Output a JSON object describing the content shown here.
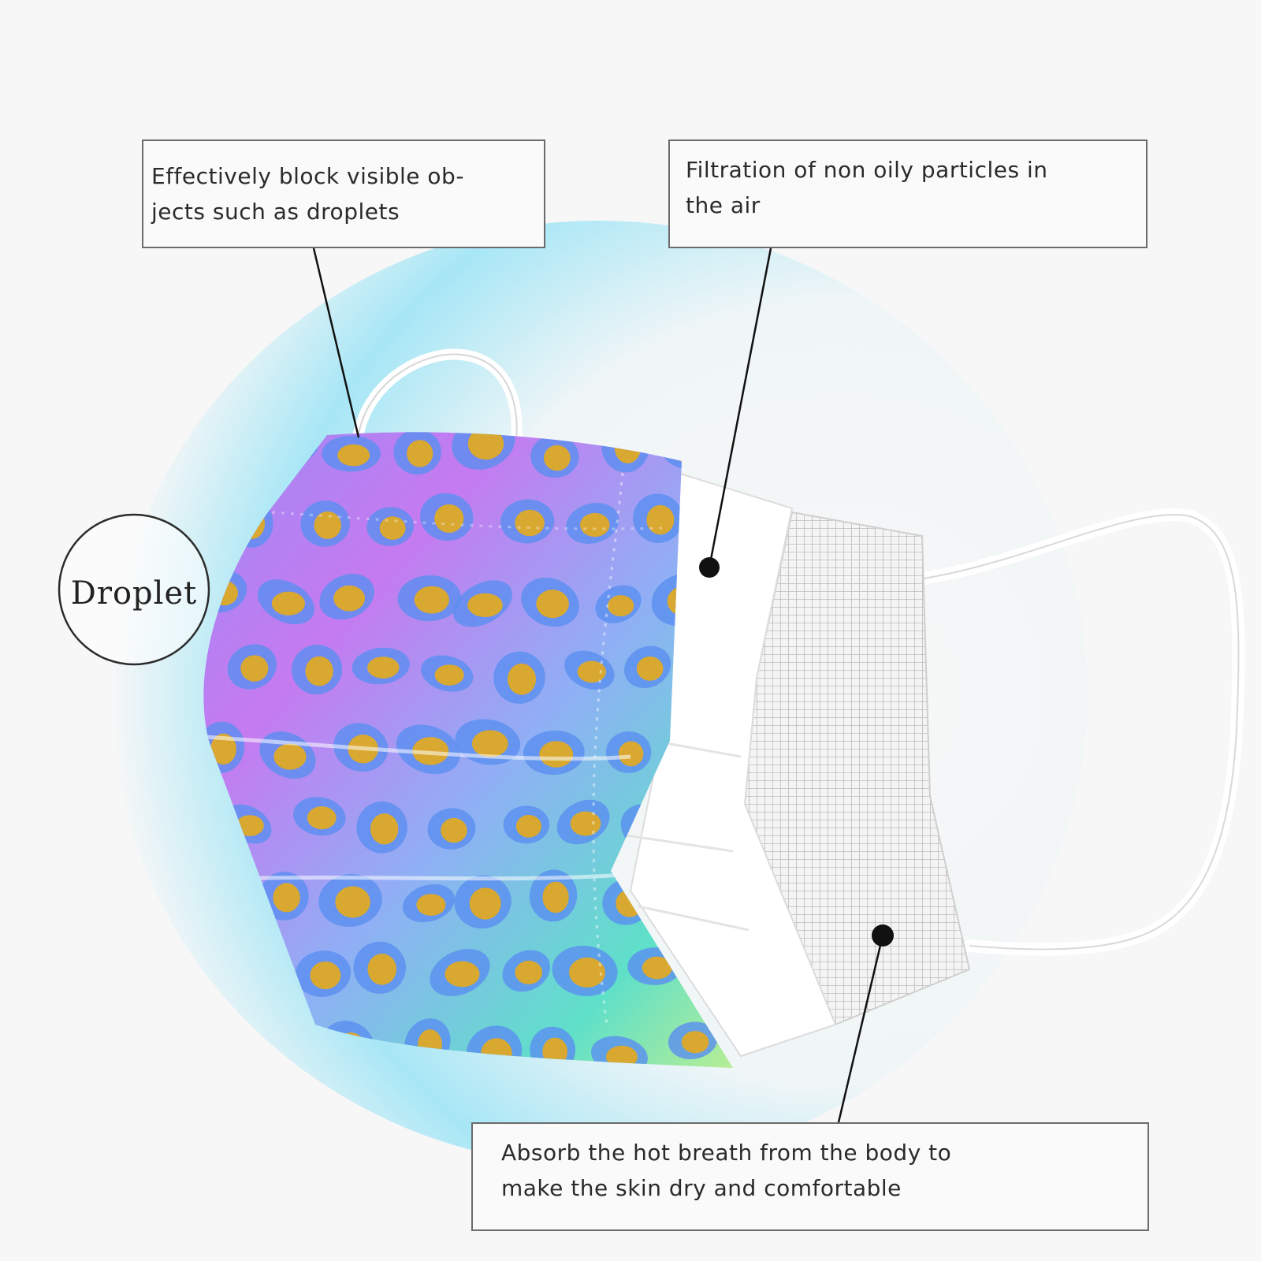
{
  "colors": {
    "background": "#f7f7f7",
    "callout_border": "#6b6b6b",
    "leader_line": "#111111",
    "shield_glow": "#66d9f5",
    "print_purple": "#b07af5",
    "print_teal": "#5fe0c9",
    "spot_gold": "#d9a830",
    "spot_blue": "#5a8ff0",
    "inner_layer": "#ffffff",
    "mesh_layer": "#e6e6e6"
  },
  "callouts": {
    "block": {
      "lines": [
        "Effectively block visible ob-",
        "jects such as droplets"
      ]
    },
    "filter": {
      "lines": [
        "Filtration of non oily particles in",
        "the air"
      ]
    },
    "absorb": {
      "lines": [
        "Absorb the hot breath from the body to",
        "make the skin dry and comfortable"
      ]
    }
  },
  "droplet": {
    "label": "Droplet"
  },
  "illustration": {
    "subject": "three-layer face mask",
    "outer_print": "iridescent leopard print with gold spots",
    "middle_layer": "white filter layer",
    "inner_layer": "grey mesh layer"
  }
}
